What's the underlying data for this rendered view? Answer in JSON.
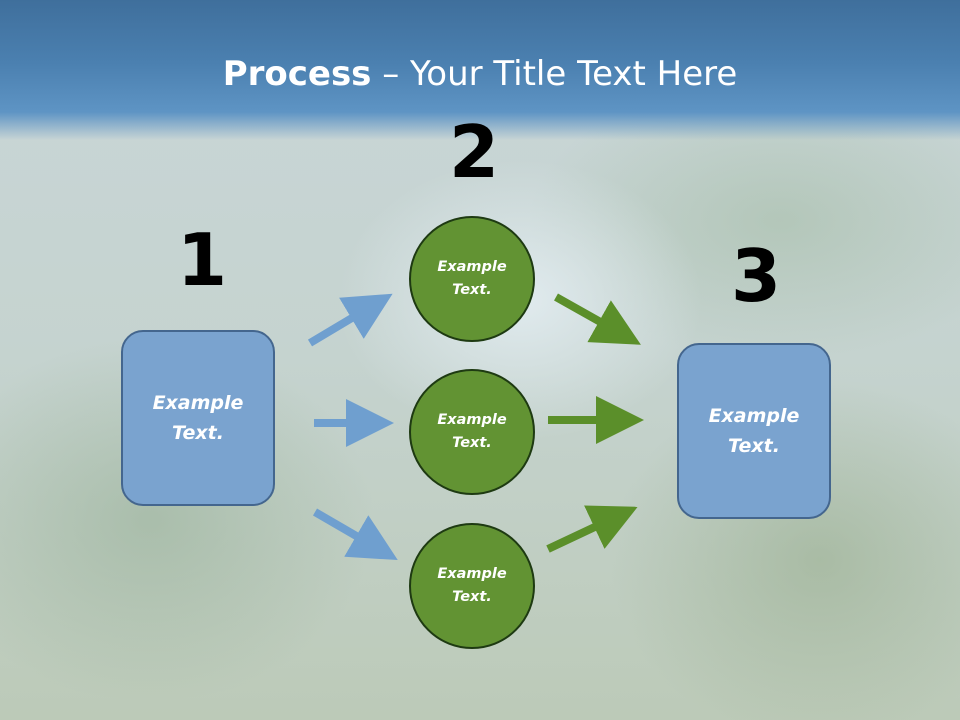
{
  "title": {
    "bold": "Process",
    "rest": " – Your Title Text Here"
  },
  "steps": {
    "n1": "1",
    "n2": "2",
    "n3": "3"
  },
  "left_box": {
    "text": "Example Text."
  },
  "circles": [
    {
      "text": "Example Text."
    },
    {
      "text": "Example Text."
    },
    {
      "text": "Example Text."
    }
  ],
  "right_box": {
    "text": "Example Text."
  },
  "colors": {
    "blue_arrow": "#6f9fcf",
    "green_arrow": "#5b8f2a",
    "circle_fill": "#629333",
    "box_fill": "#7aa3cf"
  }
}
